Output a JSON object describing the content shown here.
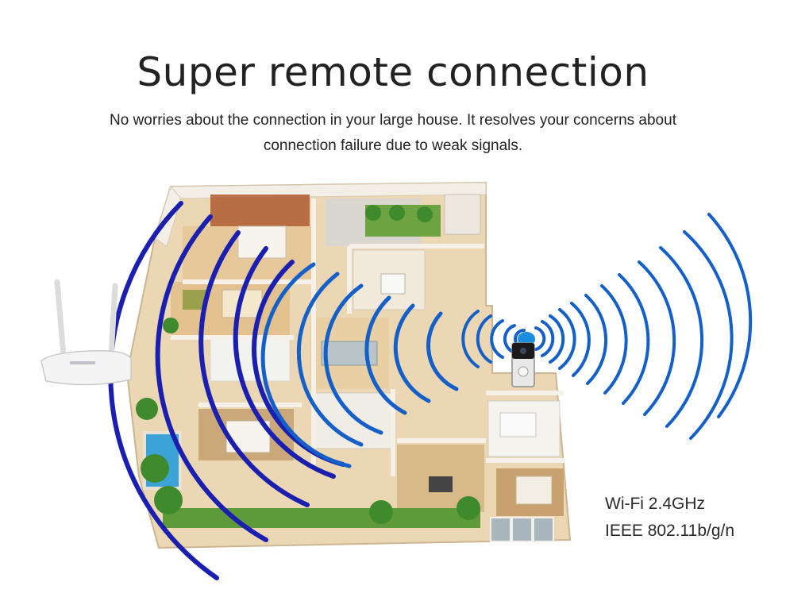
{
  "header": {
    "title": "Super remote connection",
    "subtitle": "No worries about the connection in your large house. It resolves your concerns about connection failure due to weak signals."
  },
  "specs": {
    "line1": "Wi-Fi 2.4GHz",
    "line2": "IEEE 802.11b/g/n"
  },
  "colors": {
    "router_wave": "#1a1fb0",
    "doorbell_wave": "#1560c8",
    "floor": "#e9d4b2",
    "wall": "#f3ede3",
    "grass": "#5f9a3a",
    "doorbell_light": "#1d8de0"
  },
  "icons": {
    "router": "wifi-router-icon",
    "doorbell": "video-doorbell-icon"
  }
}
